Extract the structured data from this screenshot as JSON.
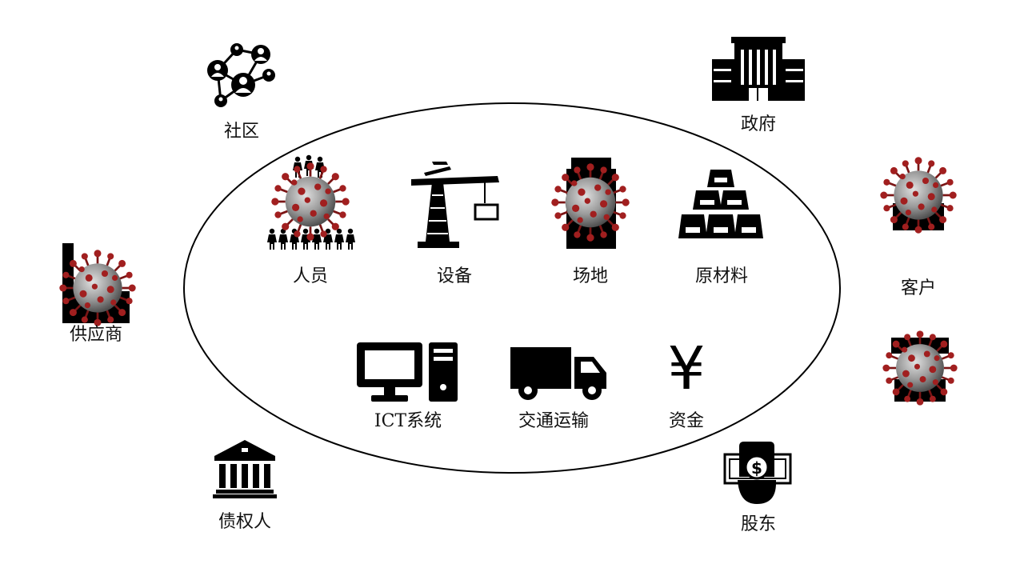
{
  "inner": {
    "people": "人员",
    "equipment": "设备",
    "site": "场地",
    "materials": "原材料",
    "ict": "ICT系统",
    "transport": "交通运输",
    "funds": "资金"
  },
  "outer": {
    "community": "社区",
    "government": "政府",
    "customers": "客户",
    "suppliers": "供应商",
    "creditors": "债权人",
    "shareholders": "股东"
  },
  "icons": {
    "yen_symbol": "¥",
    "dollar_symbol": "$"
  },
  "colors": {
    "ink": "#000000",
    "virus_spike": "#9c1d1d",
    "virus_body": "#8a8a8a"
  }
}
